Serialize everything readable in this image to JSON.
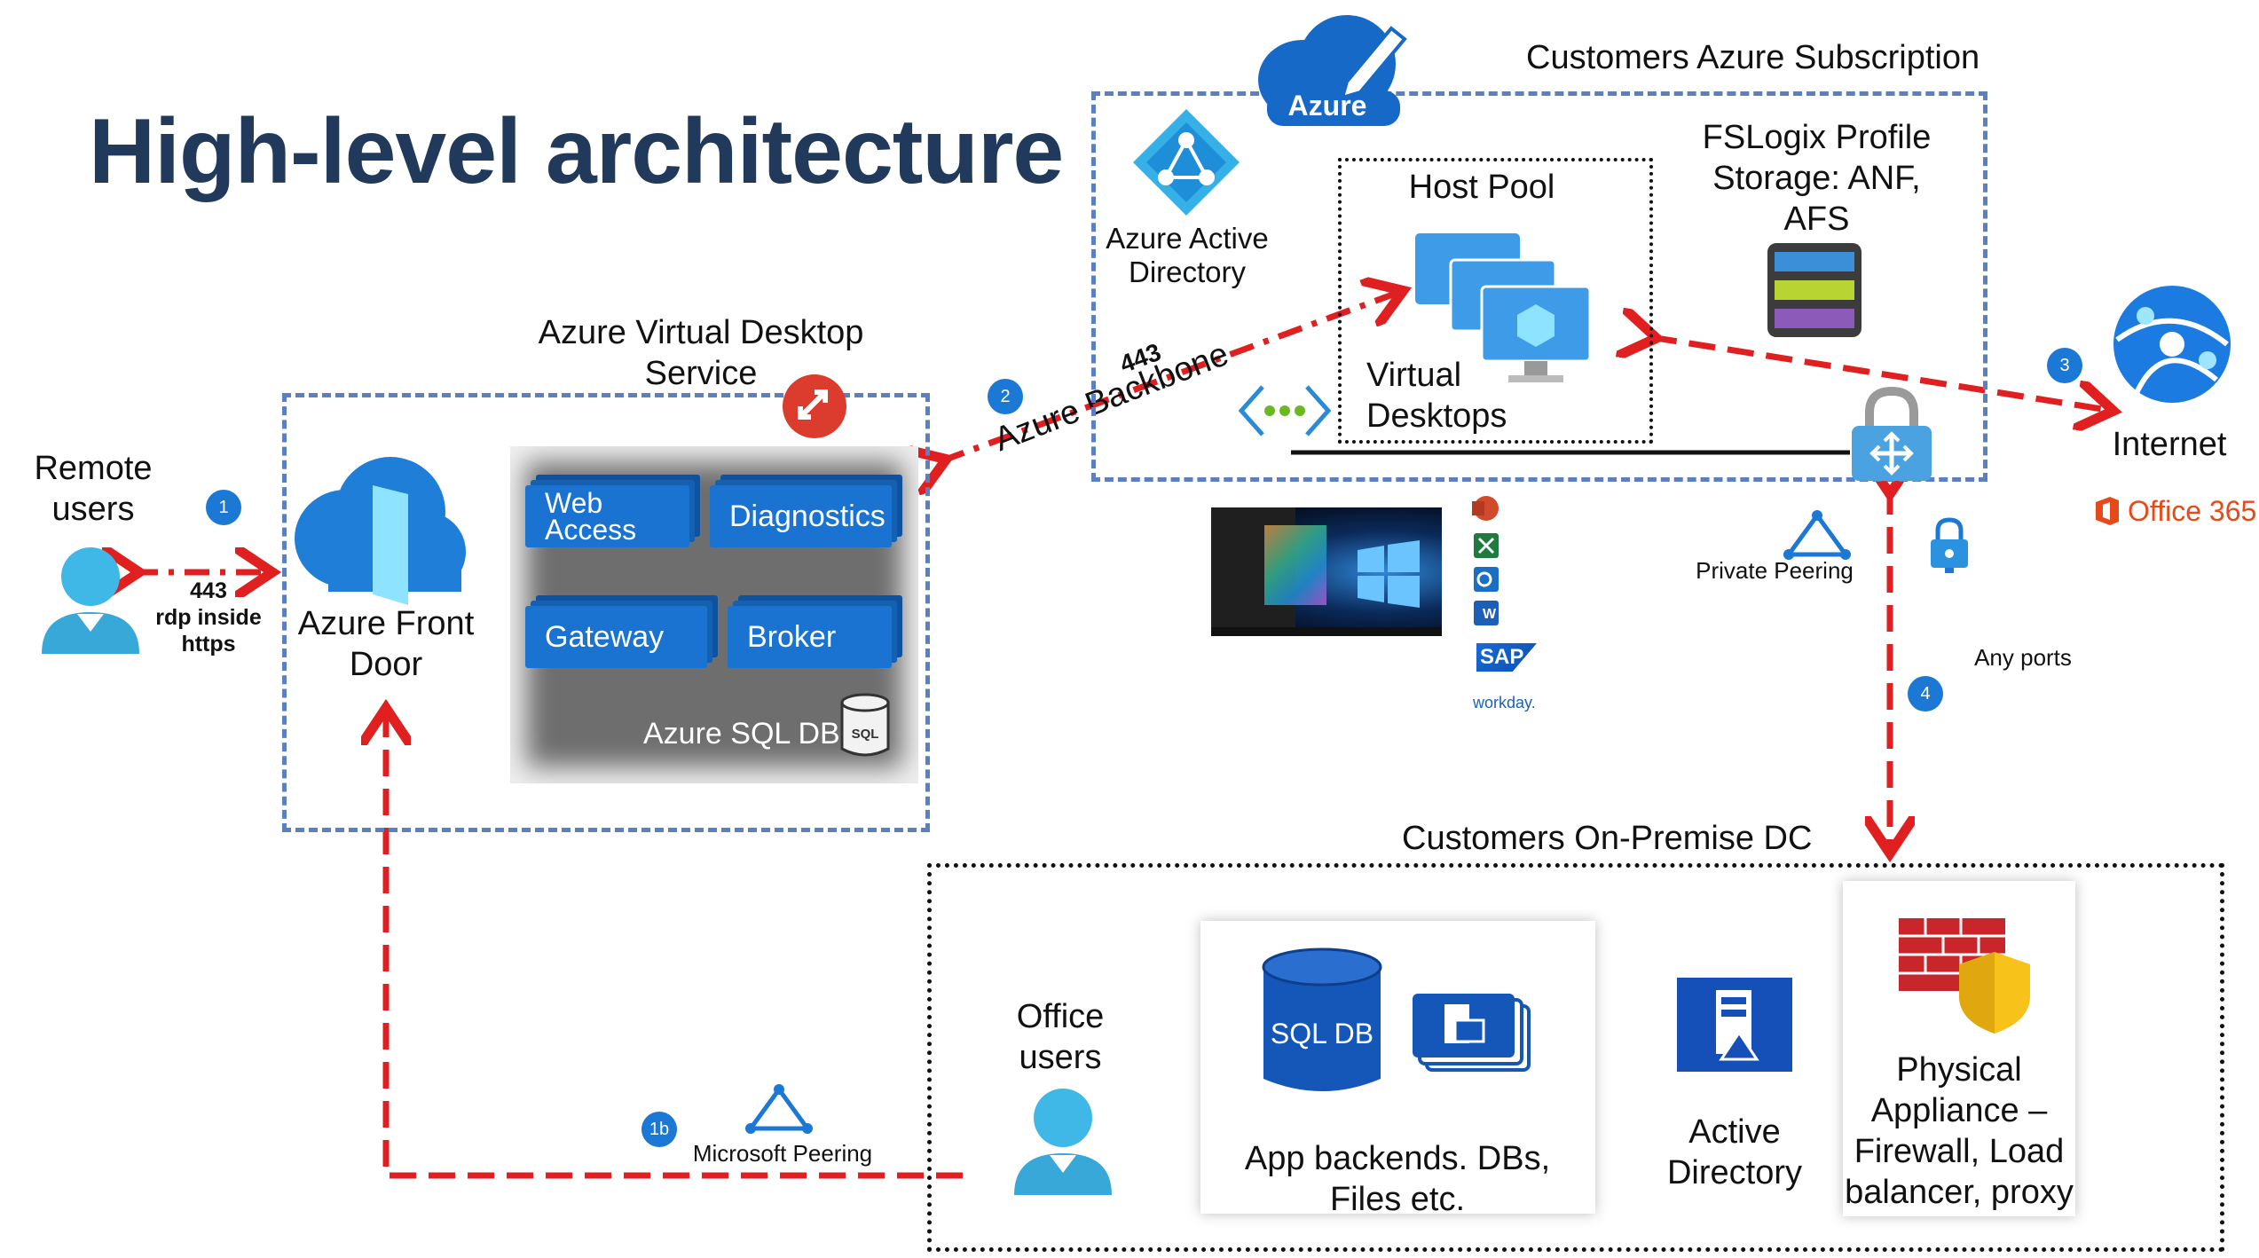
{
  "title": "High-level architecture",
  "labels": {
    "remote_users": "Remote users",
    "rdp_port": "443",
    "rdp_inside": "rdp inside",
    "rdp_https": "https",
    "front_door": "Azure Front Door",
    "avd_service": "Azure Virtual Desktop Service",
    "web_access": "Web Access",
    "diagnostics": "Diagnostics",
    "gateway": "Gateway",
    "broker": "Broker",
    "azure_sql_db": "Azure SQL DB",
    "sql_icon_text": "SQL",
    "backbone_port": "443",
    "azure_backbone": "Azure Backbone",
    "subscription": "Customers Azure Subscription",
    "azure_badge": "Azure",
    "aad": "Azure Active Directory",
    "host_pool": "Host Pool",
    "virtual_desktops": "Virtual Desktops",
    "fslogix": "FSLogix Profile Storage: ANF, AFS",
    "internet": "Internet",
    "office365": "Office 365",
    "private_peering": "Private Peering",
    "any_ports": "Any ports",
    "onprem": "Customers On-Premise DC",
    "office_users": "Office users",
    "sql_db": "SQL DB",
    "app_backends": "App backends. DBs, Files etc.",
    "active_directory": "Active Directory",
    "physical_appliance": "Physical Appliance – Firewall, Load balancer, proxy",
    "microsoft_peering": "Microsoft Peering",
    "sap": "SAP",
    "workday": "workday."
  },
  "badges": {
    "b1": "1",
    "b1b": "1b",
    "b2": "2",
    "b3": "3",
    "b4": "4"
  },
  "colors": {
    "title": "#213a5c",
    "azure_blue": "#1a73d1",
    "dash_red": "#e02020",
    "box_border": "#5b7fbf"
  }
}
